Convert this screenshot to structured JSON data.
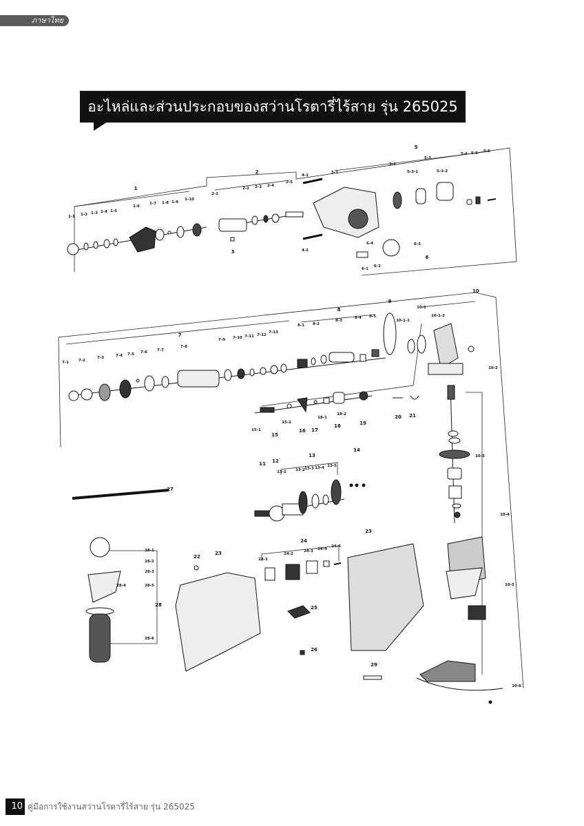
{
  "header": {
    "language_tab": "ภาษาไทย"
  },
  "title": "อะไหล่และส่วนประกอบของสว่านโรตารี่ไร้สาย รุ่น 265025",
  "diagram": {
    "part_labels": [
      "1",
      "1-1",
      "1-2",
      "1-3",
      "1-4",
      "1-5",
      "1-6",
      "1-7",
      "1-8",
      "1-9",
      "1-10",
      "2",
      "2-1",
      "2-2",
      "2-3",
      "2-4",
      "2-5",
      "3",
      "4-1",
      "4-2",
      "5",
      "5-1",
      "5-2",
      "5-3",
      "5-3-1",
      "5-3-2",
      "5-4",
      "5-5",
      "5-6",
      "6",
      "6-1",
      "6-2",
      "6-3",
      "6-4",
      "7",
      "7-1",
      "7-2",
      "7-3",
      "7-4",
      "7-5",
      "7-6",
      "7-7",
      "7-8",
      "7-9",
      "7-10",
      "7-11",
      "7-12",
      "7-13",
      "8",
      "8-1",
      "8-2",
      "8-3",
      "8-4",
      "8-5",
      "9",
      "10",
      "10-1",
      "10-1-1",
      "10-1-2",
      "10-2",
      "10-3",
      "10-4",
      "10-5",
      "10-6",
      "11",
      "12",
      "13",
      "13-1",
      "13-2",
      "13-3",
      "13-4",
      "13-5",
      "14",
      "15",
      "15-1",
      "15-2",
      "16",
      "17",
      "18",
      "18-1",
      "18-2",
      "19",
      "20",
      "21",
      "22",
      "23",
      "23",
      "24",
      "24-1",
      "24-2",
      "24-3",
      "24-4",
      "24-5",
      "25",
      "26",
      "27",
      "28",
      "28-1",
      "28-2",
      "28-3",
      "28-4",
      "28-5",
      "28-6",
      "29"
    ]
  },
  "footer": {
    "page_number": "10",
    "text": "คู่มือการใช้งานสว่านโรตารี่ไร้สาย รุ่น 265025"
  }
}
